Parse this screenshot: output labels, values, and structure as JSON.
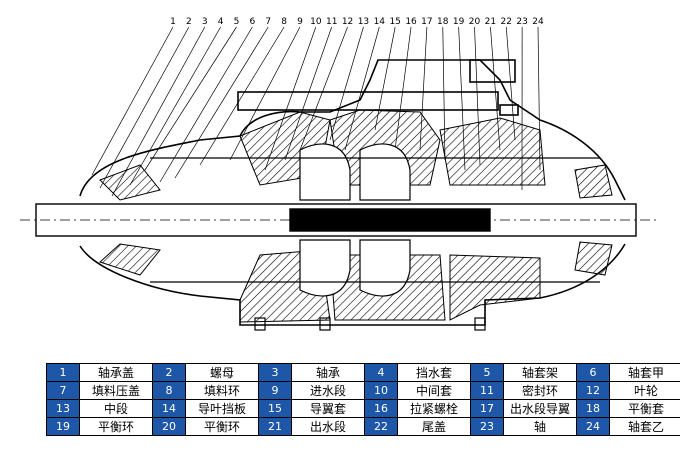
{
  "callout_numbers": [
    "1",
    "2",
    "3",
    "4",
    "5",
    "6",
    "7",
    "8",
    "9",
    "10",
    "11",
    "12",
    "13",
    "14",
    "15",
    "16",
    "17",
    "18",
    "19",
    "20",
    "21",
    "22",
    "23",
    "24"
  ],
  "legend": {
    "rows": [
      [
        {
          "num": "1",
          "name": "轴承盖"
        },
        {
          "num": "2",
          "name": "螺母"
        },
        {
          "num": "3",
          "name": "轴承"
        },
        {
          "num": "4",
          "name": "挡水套"
        },
        {
          "num": "5",
          "name": "轴套架"
        },
        {
          "num": "6",
          "name": "轴套甲"
        }
      ],
      [
        {
          "num": "7",
          "name": "填料压盖"
        },
        {
          "num": "8",
          "name": "填料环"
        },
        {
          "num": "9",
          "name": "进水段"
        },
        {
          "num": "10",
          "name": "中间套"
        },
        {
          "num": "11",
          "name": "密封环"
        },
        {
          "num": "12",
          "name": "叶轮"
        }
      ],
      [
        {
          "num": "13",
          "name": "中段"
        },
        {
          "num": "14",
          "name": "导叶挡板"
        },
        {
          "num": "15",
          "name": "导翼套"
        },
        {
          "num": "16",
          "name": "拉紧螺栓"
        },
        {
          "num": "17",
          "name": "出水段导翼"
        },
        {
          "num": "18",
          "name": "平衡套"
        }
      ],
      [
        {
          "num": "19",
          "name": "平衡环"
        },
        {
          "num": "20",
          "name": "平衡环"
        },
        {
          "num": "21",
          "name": "出水段"
        },
        {
          "num": "22",
          "name": "尾盖"
        },
        {
          "num": "23",
          "name": "轴"
        },
        {
          "num": "24",
          "name": "轴套乙"
        }
      ]
    ]
  }
}
